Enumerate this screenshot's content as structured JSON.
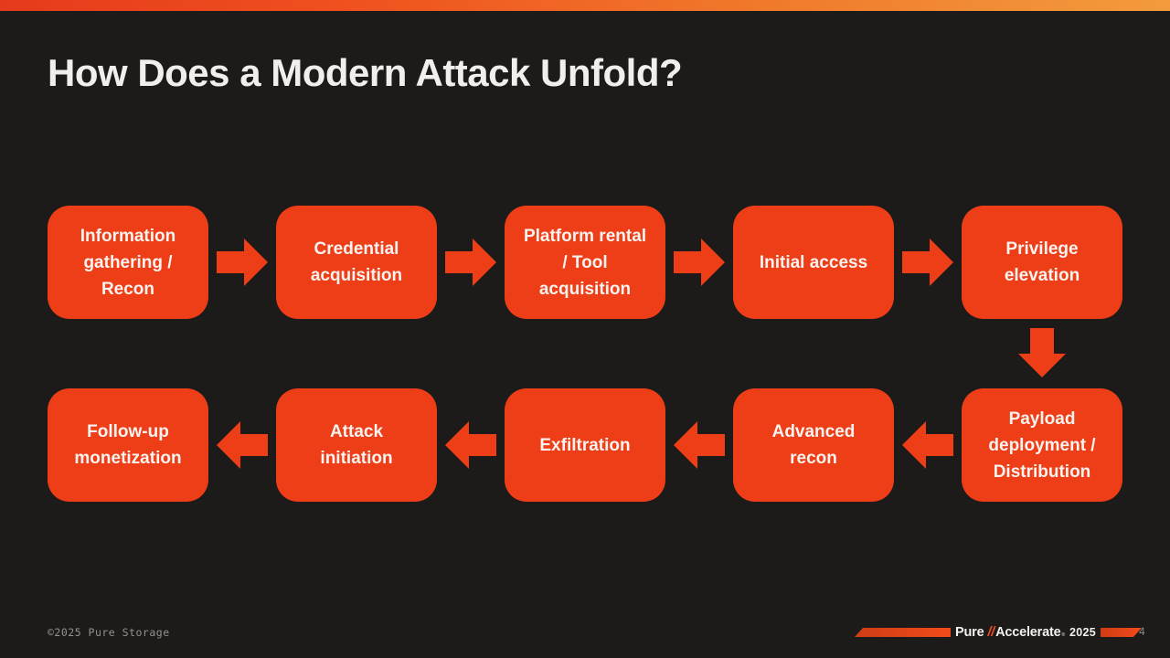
{
  "slide": {
    "title": "How Does a Modern Attack Unfold?",
    "page_number": "4",
    "copyright": "©2025 Pure Storage",
    "logo": {
      "brand": "Pure",
      "slashes": "//",
      "product": "Accelerate",
      "reg_mark": "®",
      "year": "2025"
    },
    "colors": {
      "accent": "#EE3E17",
      "background": "#1C1B1A",
      "topbar_gradient_start": "#E63A1C",
      "topbar_gradient_end": "#F29B3C",
      "box_text": "#F7F3F0"
    }
  },
  "flow": {
    "steps": [
      "Information gathering / Recon",
      "Credential acquisition",
      "Platform rental / Tool acquisition",
      "Initial access",
      "Privilege elevation",
      "Payload deployment / Distribution",
      "Advanced recon",
      "Exfiltration",
      "Attack initiation",
      "Follow-up monetization"
    ]
  }
}
